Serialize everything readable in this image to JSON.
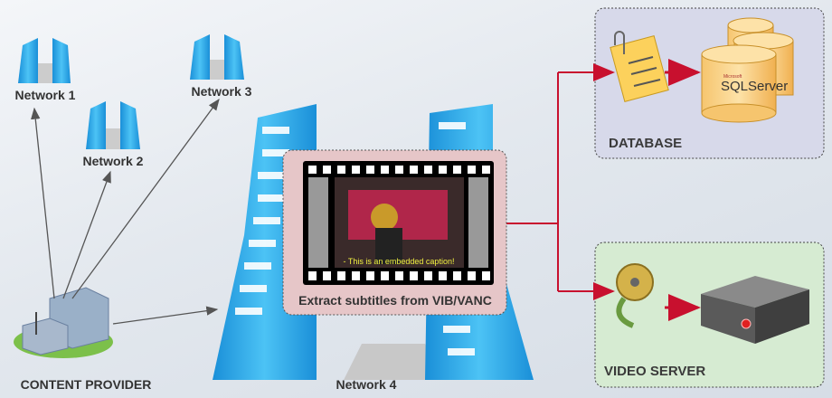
{
  "networks": {
    "network1": "Network 1",
    "network2": "Network 2",
    "network3": "Network 3",
    "network4": "Network 4"
  },
  "content_provider": "CONTENT PROVIDER",
  "extract": {
    "label": "Extract subtitles from VIB/VANC",
    "caption": "- This is an embedded caption!"
  },
  "database": {
    "label": "DATABASE",
    "logo_text": "SQLServer",
    "logo_small": "Microsoft"
  },
  "video_server": {
    "label": "VIDEO SERVER"
  },
  "colors": {
    "tower": "#2aa8e8",
    "arrow_red": "#c8102e",
    "database_bg": "#d7d9ea",
    "video_bg": "#d6ebd2",
    "extract_bg": "#e6c6c8"
  }
}
